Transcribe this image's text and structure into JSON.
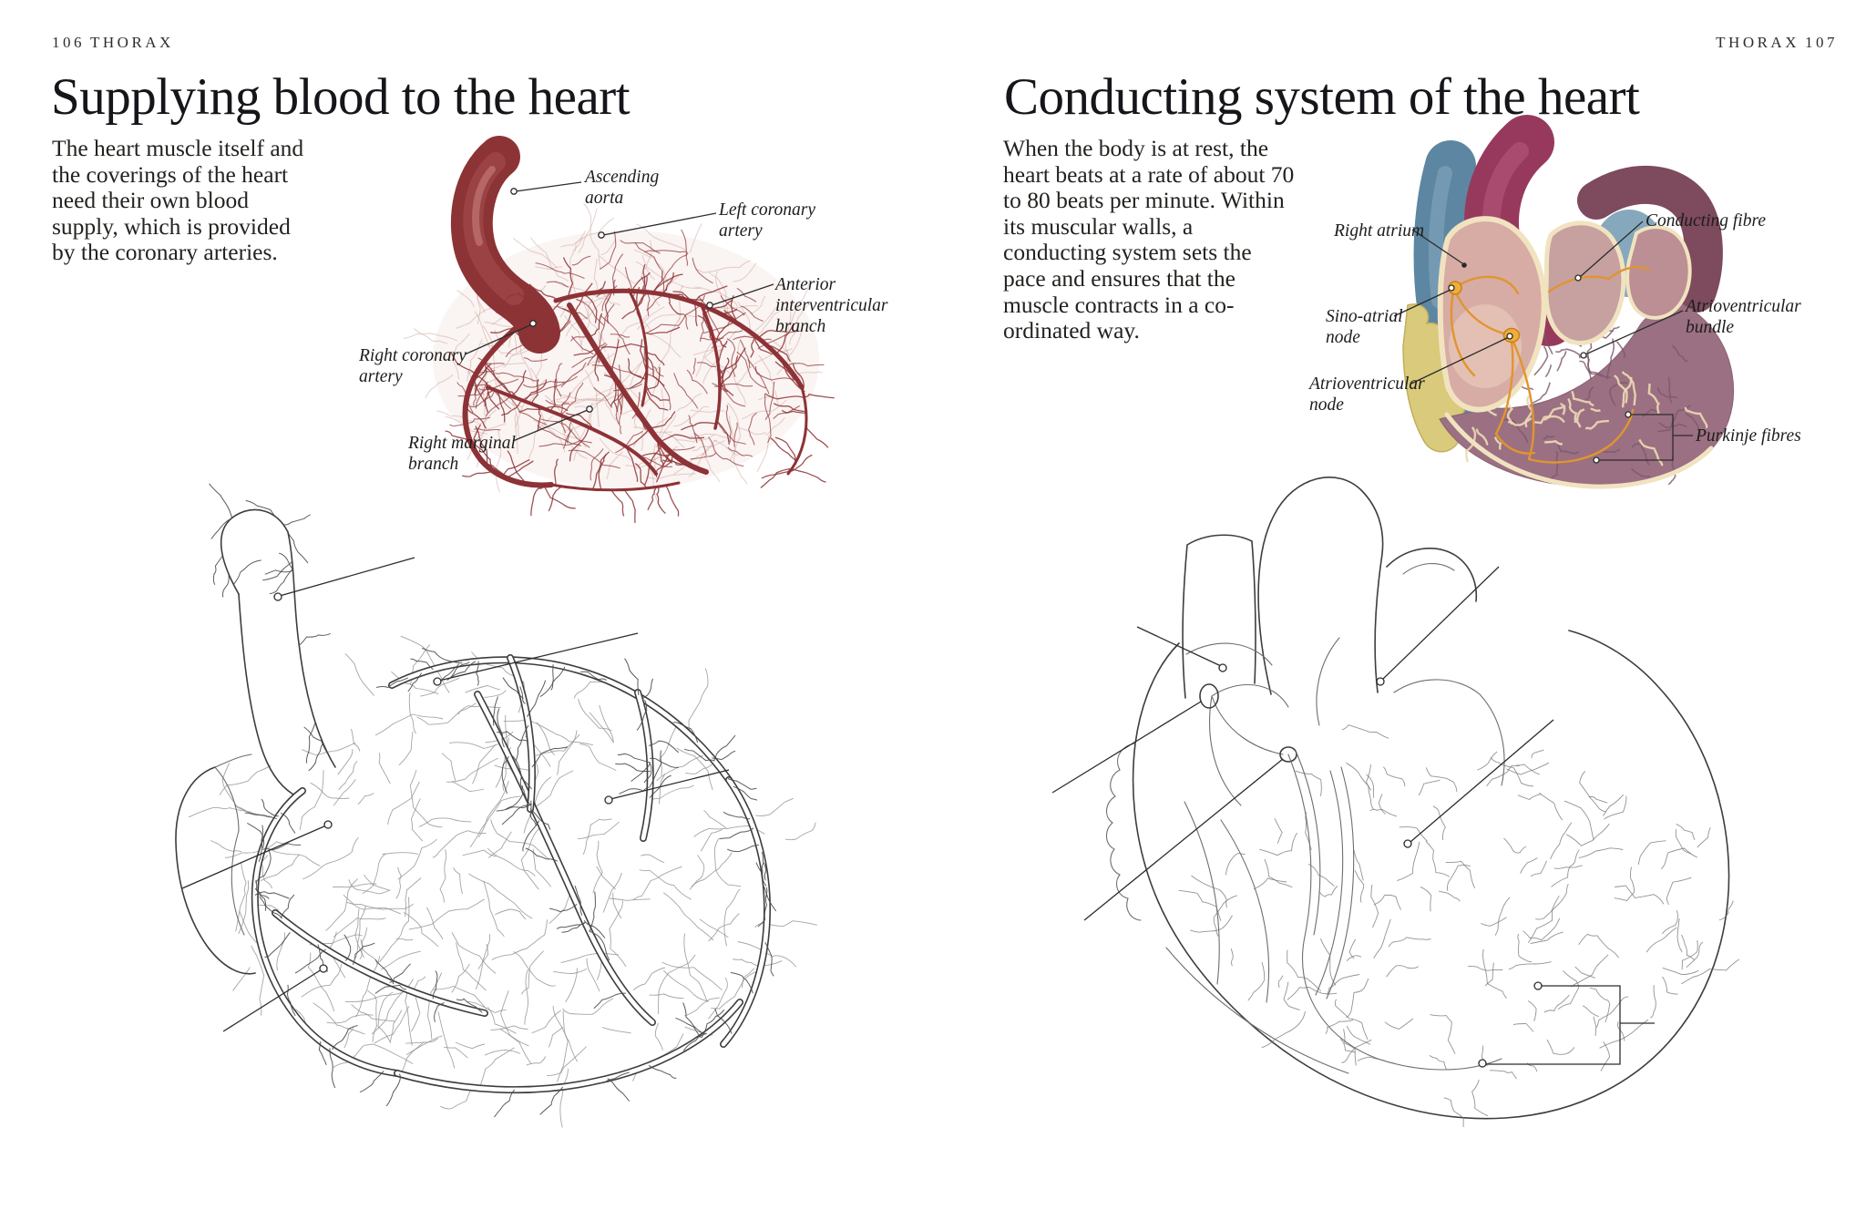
{
  "palette": {
    "ink": "#1e1e1c",
    "artery_dark": "#8d3236",
    "artery_light": "#d0a9a3",
    "line_art": "#3d3d3d",
    "vein_blue": "#5d86a2",
    "pulmonary_magenta": "#97395c",
    "wall_cream": "#f1e3c0",
    "atrium_pink": "#d7aca4",
    "ventricle_mauve": "#9b7082",
    "fat_yellow": "#d9ca7c",
    "fibre_orange": "#e0952e"
  },
  "left_page": {
    "page_number": "106",
    "section": "THORAX",
    "title": "Supplying blood to the heart",
    "intro": "The heart muscle itself and the coverings of the heart need their own blood supply, which is provided by the coronary arteries.",
    "figure_labels": {
      "ascending_aorta": "Ascending aorta",
      "left_coronary_artery": "Left coronary artery",
      "anterior_interventricular_branch": "Anterior interventricular branch",
      "right_coronary_artery": "Right coronary artery",
      "right_marginal_branch": "Right marginal branch"
    }
  },
  "right_page": {
    "page_number": "107",
    "section": "THORAX",
    "title": "Conducting system of the heart",
    "intro": "When the body is at rest, the heart beats at a rate of about 70 to 80 beats per minute. Within its muscular walls, a conducting system sets the pace and ensures that the muscle contracts in a co-ordinated way.",
    "figure_labels": {
      "right_atrium": "Right atrium",
      "sino_atrial_node": "Sino-atrial node",
      "atrioventricular_node": "Atrioventricular node",
      "conducting_fibre": "Conducting fibre",
      "atrioventricular_bundle": "Atrioventricular bundle",
      "purkinje_fibres": "Purkinje fibres"
    }
  }
}
